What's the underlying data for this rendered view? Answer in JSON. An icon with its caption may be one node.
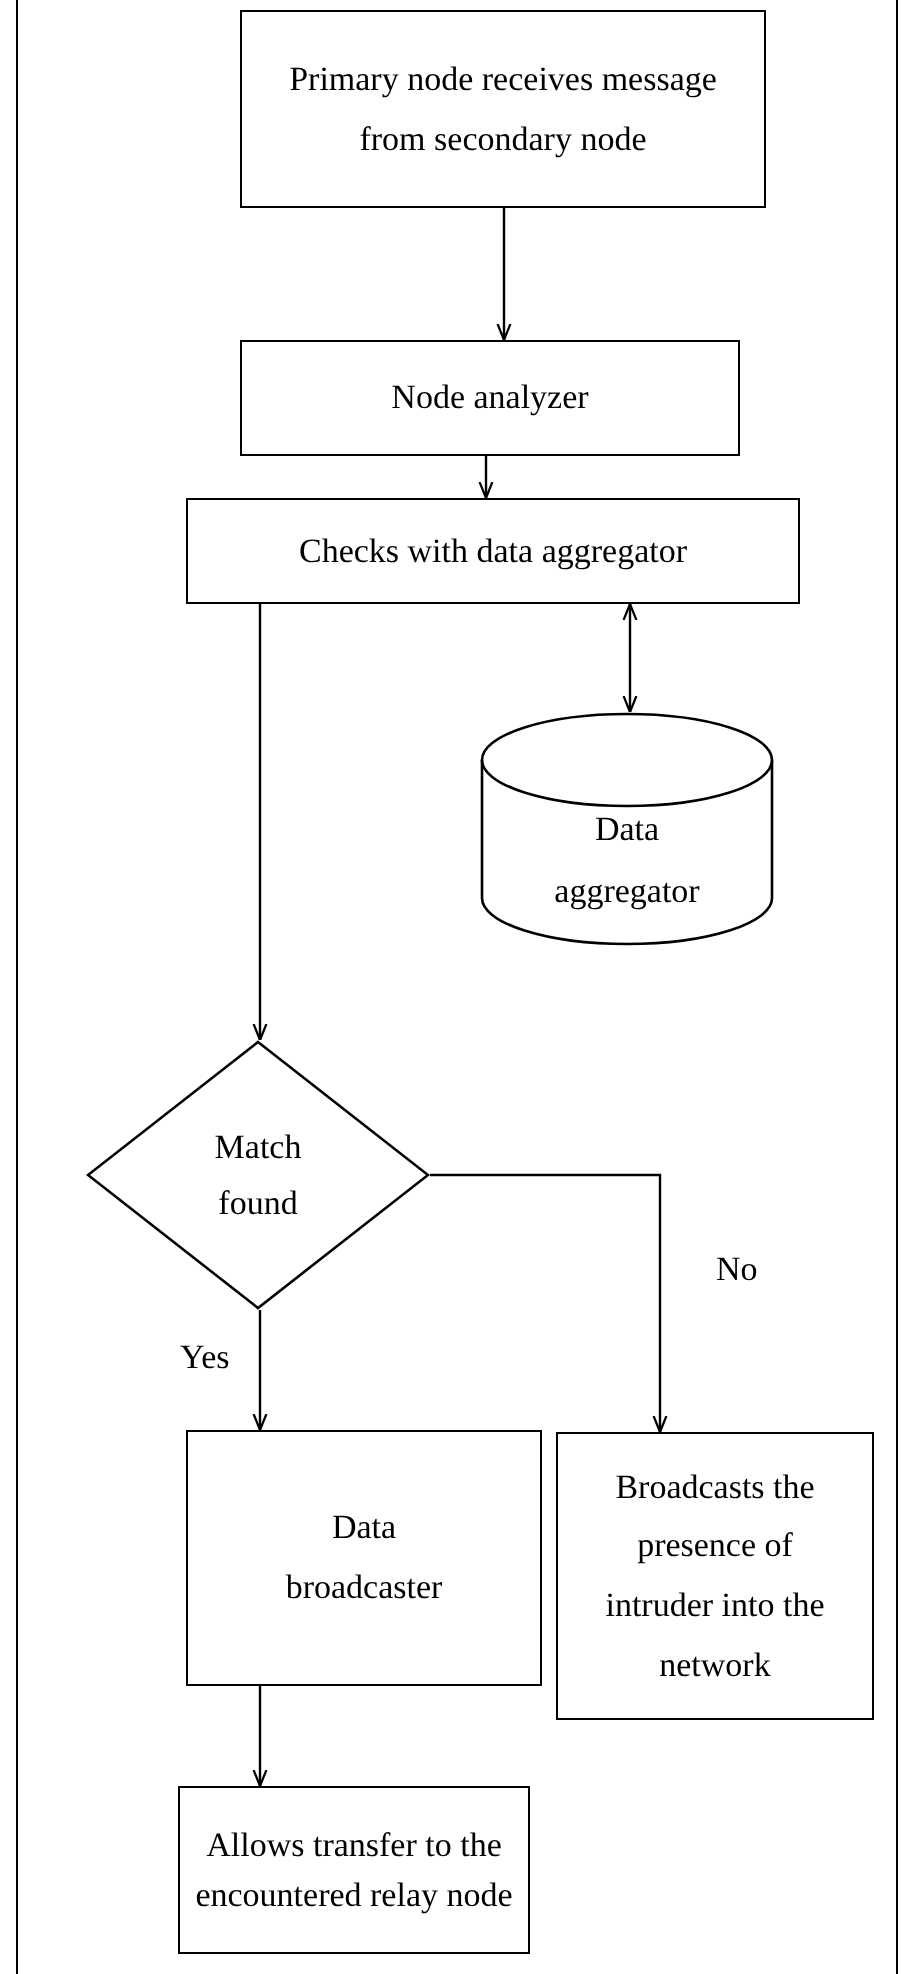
{
  "diagram": {
    "nodes": [
      {
        "text": [
          "Primary node receives message from secondary node"
        ]
      },
      {
        "text": [
          "Node analyzer"
        ]
      },
      {
        "text": [
          "Checks with data aggregator"
        ]
      },
      {
        "text": [
          "Data aggregator"
        ]
      },
      {
        "text": [
          "Match found"
        ]
      },
      {
        "text": [
          "Data broadcaster"
        ]
      },
      {
        "text": [
          "Broadcasts the presence of intruder into the network"
        ]
      },
      {
        "text": [
          "Allows transfer to the encountered relay node"
        ]
      }
    ],
    "edges": [
      {
        "from": 0,
        "to": 1,
        "arrow": "to"
      },
      {
        "from": 1,
        "to": 2,
        "arrow": "to"
      },
      {
        "from": 2,
        "to": 3,
        "arrow": "both"
      },
      {
        "from": 2,
        "to": 4,
        "arrow": "to"
      },
      {
        "from": 4,
        "to": 5,
        "arrow": "to",
        "label": "Yes"
      },
      {
        "from": 4,
        "to": 6,
        "arrow": "to",
        "label": "No"
      },
      {
        "from": 5,
        "to": 7,
        "arrow": "to"
      }
    ]
  }
}
